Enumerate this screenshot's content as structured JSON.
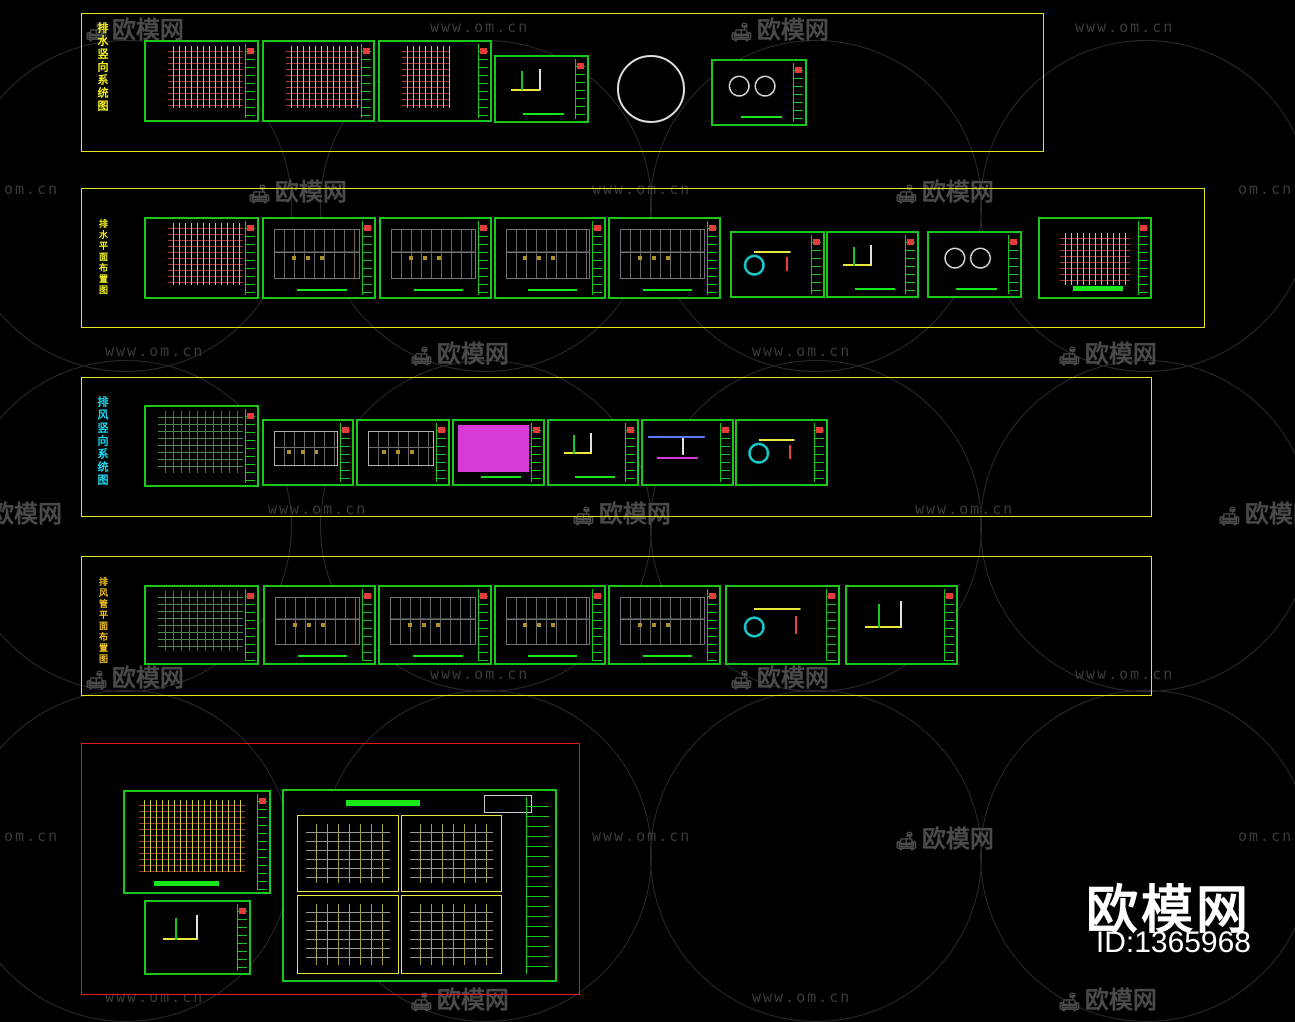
{
  "watermarks": {
    "url": "www.om.cn",
    "url_short": "om.cn",
    "logo": "欧模网",
    "logo_cut": "欧模网"
  },
  "groups": [
    {
      "title": "排水竖向系统图",
      "color": "#f0f020"
    },
    {
      "title": "排水平面布置图",
      "color": "#f0f020"
    },
    {
      "title": "排风竖向系统图",
      "color": "#19d8f0"
    },
    {
      "title": "排风管平面布置图",
      "color": "#f0c020"
    }
  ],
  "brand": {
    "name": "欧模网",
    "id": "ID:1365968"
  }
}
